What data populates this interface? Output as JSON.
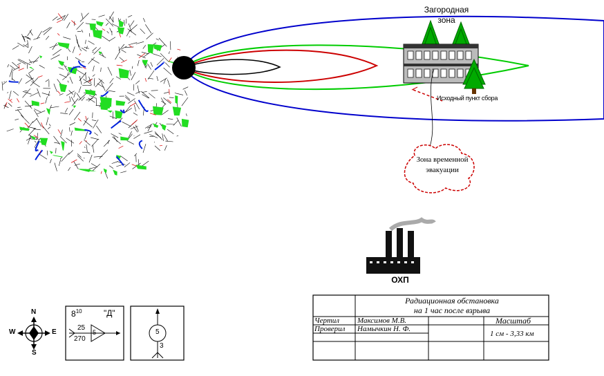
{
  "map": {
    "suburban_zone_label": "Загородная зона",
    "assembly_point_label": "Исходный пункт сбора",
    "temp_evacuation_label": "Зона временной эвакуации",
    "zone_colors": {
      "outer": "#0000cc",
      "middle": "#00cc00",
      "inner": "#cc0000",
      "core": "#000000"
    }
  },
  "plant": {
    "label": "ОХП"
  },
  "compass": {
    "north": "N",
    "south": "S",
    "east": "E",
    "west": "W"
  },
  "legend_box1": {
    "top_left": "8",
    "top_left_sup": "10",
    "top_right": "\"Д\"",
    "upper": "25",
    "lower": "270",
    "inner": "5"
  },
  "legend_box2": {
    "circle_value": "5",
    "lower_value": "3"
  },
  "title_block": {
    "title_line1": "Радиационная обстановка",
    "title_line2": "на 1 час после взрыва",
    "drew_label": "Чертил",
    "drew_name": "Максимов М.В.",
    "checked_label": "Проверил",
    "checked_name": "Намычкин Н. Ф.",
    "scale_label": "Масштаб",
    "scale_value": "1 см - 3,33 км"
  }
}
